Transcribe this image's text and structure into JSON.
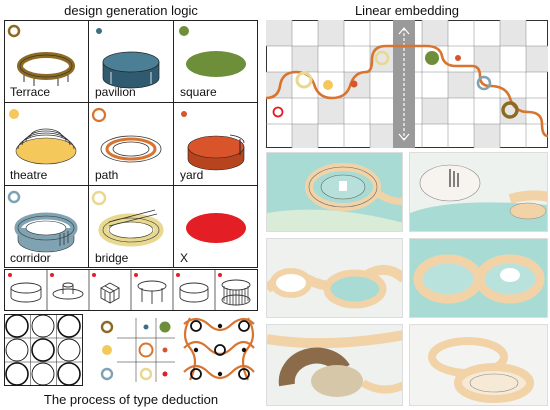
{
  "titles": {
    "left": "design generation logic",
    "right": "Linear embedding",
    "bottom": "The process of type deduction"
  },
  "types": [
    {
      "label": "Terrace",
      "marker_color": "#8b6b22",
      "marker": "ring"
    },
    {
      "label": "pavilion",
      "marker_color": "#3e6e85",
      "marker": "dot-small"
    },
    {
      "label": "square",
      "marker_color": "#6e8f3a",
      "marker": "dot"
    },
    {
      "label": "theatre",
      "marker_color": "#f5c85c",
      "marker": "dot"
    },
    {
      "label": "path",
      "marker_color": "#d9742f",
      "marker": "ring"
    },
    {
      "label": "yard",
      "marker_color": "#d9542a",
      "marker": "dot-small"
    },
    {
      "label": "corridor",
      "marker_color": "#7fa3b3",
      "marker": "ring"
    },
    {
      "label": "bridge",
      "marker_color": "#e8d890",
      "marker": "ring"
    },
    {
      "label": "X",
      "marker_color": "#e41e25",
      "marker": "none"
    }
  ],
  "colors": {
    "path_orange": "#d9742f",
    "corridor_blue": "#7fa3b3",
    "highlight_red": "#e41e25",
    "render_water": "#9fd4cf",
    "render_deck": "#f2d3a8",
    "grid_gray": "#e6e6e6"
  }
}
